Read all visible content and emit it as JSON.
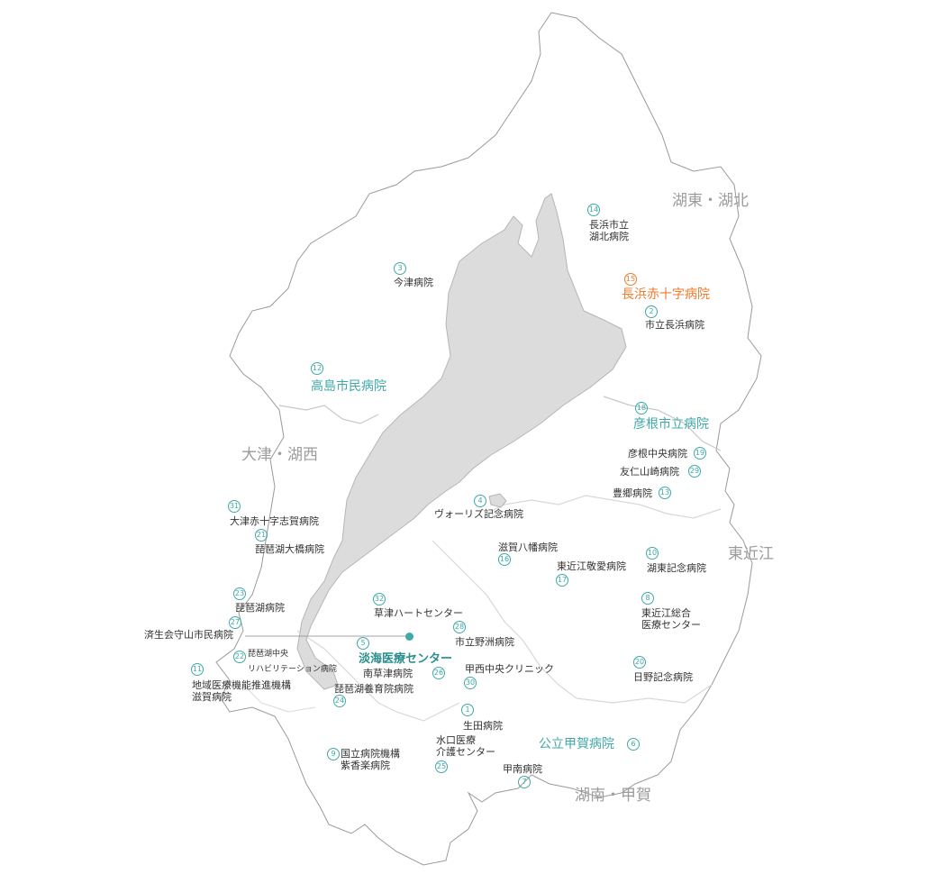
{
  "regions": {
    "kohoku": "湖東・湖北",
    "otsu": "大津・湖西",
    "higashi": "東近江",
    "konan": "湖南・甲賀"
  },
  "highlight": {
    "main": "淡海医療センター",
    "seizai": "済生会守山市民病院",
    "kusatsu_reha_1": "琵琶湖中央",
    "kusatsu_reha_2": "リハビリテーション病院"
  },
  "hospitals": [
    {
      "id": "h14",
      "num": "14",
      "lines": [
        "長浜市立",
        "湖北病院"
      ]
    },
    {
      "id": "h3",
      "num": "3",
      "lines": [
        "今津病院"
      ]
    },
    {
      "id": "h15",
      "num": "15",
      "lines": [
        "長浜赤十字病院"
      ]
    },
    {
      "id": "h2",
      "num": "2",
      "lines": [
        "市立長浜病院"
      ]
    },
    {
      "id": "h12",
      "num": "12",
      "lines": [
        "高島市民病院"
      ]
    },
    {
      "id": "h18",
      "num": "18",
      "lines": [
        "彦根市立病院"
      ]
    },
    {
      "id": "h19",
      "num": "19",
      "lines": [
        "彦根中央病院"
      ]
    },
    {
      "id": "h29",
      "num": "29",
      "lines": [
        "友仁山崎病院"
      ]
    },
    {
      "id": "h13",
      "num": "13",
      "lines": [
        "豊郷病院"
      ]
    },
    {
      "id": "h4",
      "num": "4",
      "lines": [
        "ヴォーリズ記念病院"
      ]
    },
    {
      "id": "h31",
      "num": "31",
      "lines": [
        "大津赤十字志賀病院"
      ]
    },
    {
      "id": "h21",
      "num": "21",
      "lines": [
        "琵琶湖大橋病院"
      ]
    },
    {
      "id": "h16",
      "num": "16",
      "lines": [
        "滋賀八幡病院"
      ]
    },
    {
      "id": "h17",
      "num": "17",
      "lines": [
        "東近江敬愛病院"
      ]
    },
    {
      "id": "h10",
      "num": "10",
      "lines": [
        "湖東記念病院"
      ]
    },
    {
      "id": "h23",
      "num": "23",
      "lines": [
        "琵琶湖病院"
      ]
    },
    {
      "id": "h32",
      "num": "32",
      "lines": [
        "草津ハートセンター"
      ]
    },
    {
      "id": "h8",
      "num": "8",
      "lines": [
        "東近江総合",
        "医療センター"
      ]
    },
    {
      "id": "h27",
      "num": "27",
      "lines": []
    },
    {
      "id": "h28",
      "num": "28",
      "lines": [
        "市立野洲病院"
      ]
    },
    {
      "id": "h22",
      "num": "22",
      "lines": []
    },
    {
      "id": "h5",
      "num": "5",
      "lines": []
    },
    {
      "id": "h11",
      "num": "11",
      "lines": [
        "地域医療機能推進機構",
        "滋賀病院"
      ]
    },
    {
      "id": "h26",
      "num": "26",
      "lines": [
        "南草津病院"
      ]
    },
    {
      "id": "h30",
      "num": "30",
      "lines": [
        "甲西中央クリニック"
      ]
    },
    {
      "id": "h24",
      "num": "24",
      "lines": [
        "琵琶湖養育院病院"
      ]
    },
    {
      "id": "h20",
      "num": "20",
      "lines": [
        "日野記念病院"
      ]
    },
    {
      "id": "h1",
      "num": "1",
      "lines": [
        "生田病院"
      ]
    },
    {
      "id": "h25",
      "num": "25",
      "lines": [
        "水口医療",
        "介護センター"
      ]
    },
    {
      "id": "h6",
      "num": "6",
      "lines": [
        "公立甲賀病院"
      ]
    },
    {
      "id": "h9",
      "num": "9",
      "lines": [
        "国立病院機構",
        "紫香楽病院"
      ]
    },
    {
      "id": "h7",
      "num": "7",
      "lines": [
        "甲南病院"
      ]
    }
  ],
  "colors": {
    "teal": "#3fa9a9",
    "orange": "#f07a2e",
    "lake": "#dcdcdc",
    "region": "#9c9c9c"
  }
}
